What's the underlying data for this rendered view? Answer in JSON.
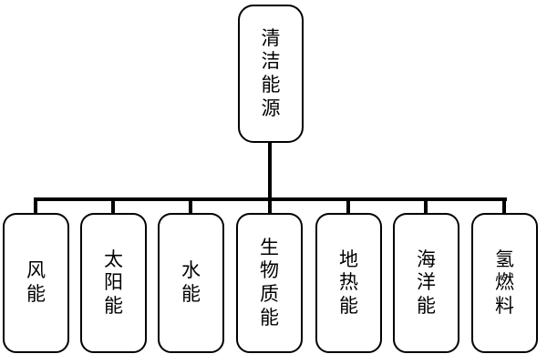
{
  "diagram": {
    "title": "clean-energy-classification-tree",
    "colors": {
      "background": "#ffffff",
      "line": "#000000",
      "box_border": "#000000",
      "text": "#000000"
    },
    "root": {
      "label": "清洁能源"
    },
    "children": [
      {
        "label": "风能"
      },
      {
        "label": "太阳能"
      },
      {
        "label": "水能"
      },
      {
        "label": "生物质能"
      },
      {
        "label": "地热能"
      },
      {
        "label": "海洋能"
      },
      {
        "label": "氢燃料"
      }
    ]
  }
}
